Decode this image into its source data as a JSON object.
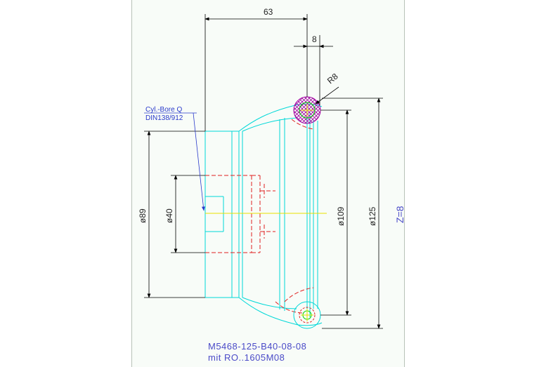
{
  "dimensions": {
    "length_top": "63",
    "width_small": "8",
    "radius": "R8",
    "dia_89": "ø89",
    "dia_40": "ø40",
    "dia_109": "ø109",
    "dia_125": "ø125"
  },
  "teeth": "Z=8",
  "bore_note": {
    "line1": "Cyl.-Bore Q",
    "line2": "DIN138/912"
  },
  "part": {
    "number": "M5468-125-B40-08-08",
    "variant": "mit RO..1605M08"
  },
  "colors": {
    "outline": "#00d8d8",
    "hidden": "#e02020",
    "dimension": "#000000",
    "annotation": "#2a3acb",
    "axis": "#e8e000",
    "hatch": "#a000a0"
  }
}
